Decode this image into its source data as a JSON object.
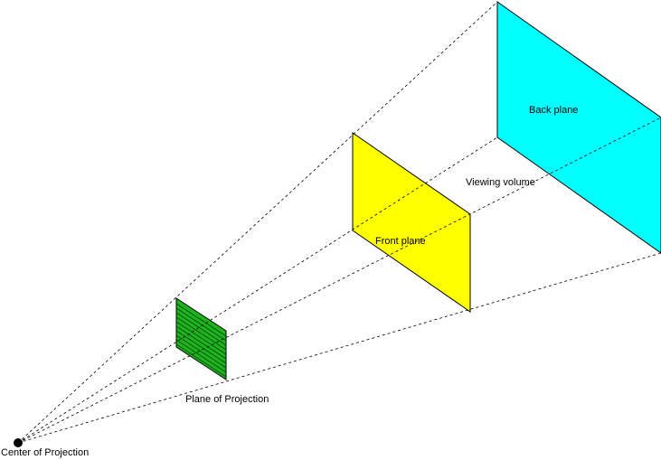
{
  "labels": {
    "back_plane": "Back plane",
    "viewing_volume": "Viewing volume",
    "front_plane": "Front plane",
    "plane_of_projection": "Plane of Projection",
    "center_of_projection": "Center of Projection"
  },
  "colors": {
    "back_plane": "#00ffff",
    "front_plane": "#ffff00",
    "projection_plane": "#1fb41f",
    "projection_hatch": "#004d00",
    "rays": "#000000",
    "center_point": "#000000"
  }
}
